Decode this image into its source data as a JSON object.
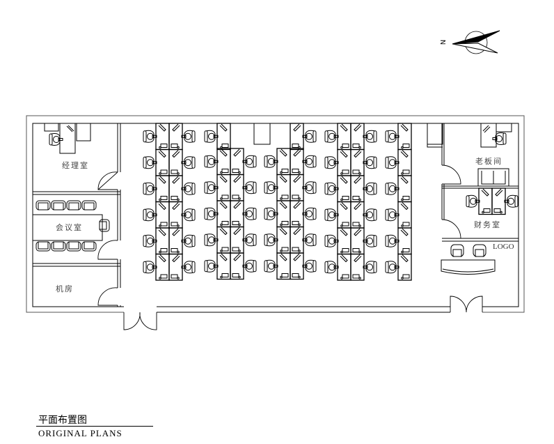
{
  "rooms": {
    "manager": "经理室",
    "meeting": "会议室",
    "server": "机房",
    "boss": "老板间",
    "finance": "财务室"
  },
  "reception": {
    "logo": "LOGO"
  },
  "compass": {
    "label": "N"
  },
  "caption": {
    "title_cn": "平面布置图",
    "title_en": "ORIGINAL PLANS"
  },
  "colors": {
    "line": "#000000",
    "text": "#444444"
  }
}
